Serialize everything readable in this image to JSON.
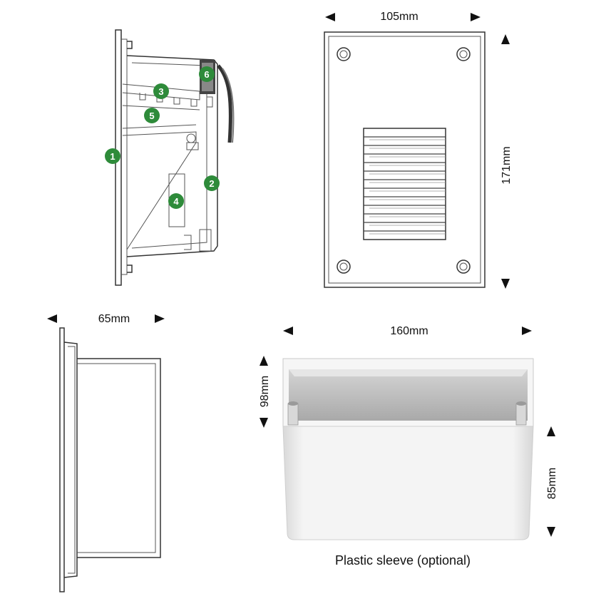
{
  "dimensions": {
    "front_width": "105mm",
    "front_height": "171mm",
    "side_depth": "65mm",
    "sleeve_width": "160mm",
    "sleeve_height_back": "98mm",
    "sleeve_height_front": "85mm"
  },
  "captions": {
    "sleeve": "Plastic sleeve (optional)"
  },
  "callouts": [
    "1",
    "2",
    "3",
    "4",
    "5",
    "6"
  ],
  "colors": {
    "callout_badge": "#2e8b3a",
    "sleeve_body": "#efefef",
    "sleeve_inner": "#b9b9b9"
  }
}
